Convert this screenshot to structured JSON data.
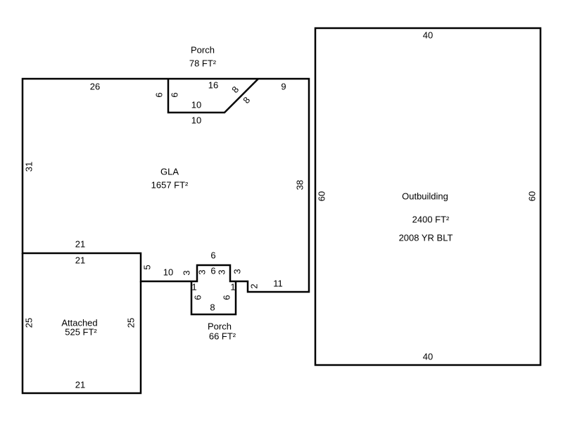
{
  "colors": {
    "line": "#000000",
    "background": "#ffffff"
  },
  "areas": {
    "gla": {
      "name": "GLA",
      "area": "1657 FT²"
    },
    "porch_top": {
      "name": "Porch",
      "area": "78 FT²"
    },
    "porch_bottom": {
      "name": "Porch",
      "area": "66 FT²"
    },
    "attached": {
      "name": "Attached",
      "area": "525 FT²"
    },
    "outbuilding": {
      "name": "Outbuilding",
      "area": "2400 FT²",
      "year": "2008 YR BLT"
    }
  },
  "dimensions": {
    "gla": [
      "26",
      "9",
      "31",
      "38",
      "21",
      "10",
      "3",
      "5",
      "11",
      "2",
      "6",
      "10"
    ],
    "porch_top": [
      "6",
      "16",
      "8",
      "8",
      "10"
    ],
    "porch_bottom": [
      "6",
      "3",
      "3",
      "6",
      "1",
      "1",
      "8",
      "6",
      "6",
      "3"
    ],
    "attached": [
      "21",
      "25",
      "25",
      "21"
    ],
    "outbuilding": [
      "40",
      "60",
      "60",
      "40"
    ]
  }
}
